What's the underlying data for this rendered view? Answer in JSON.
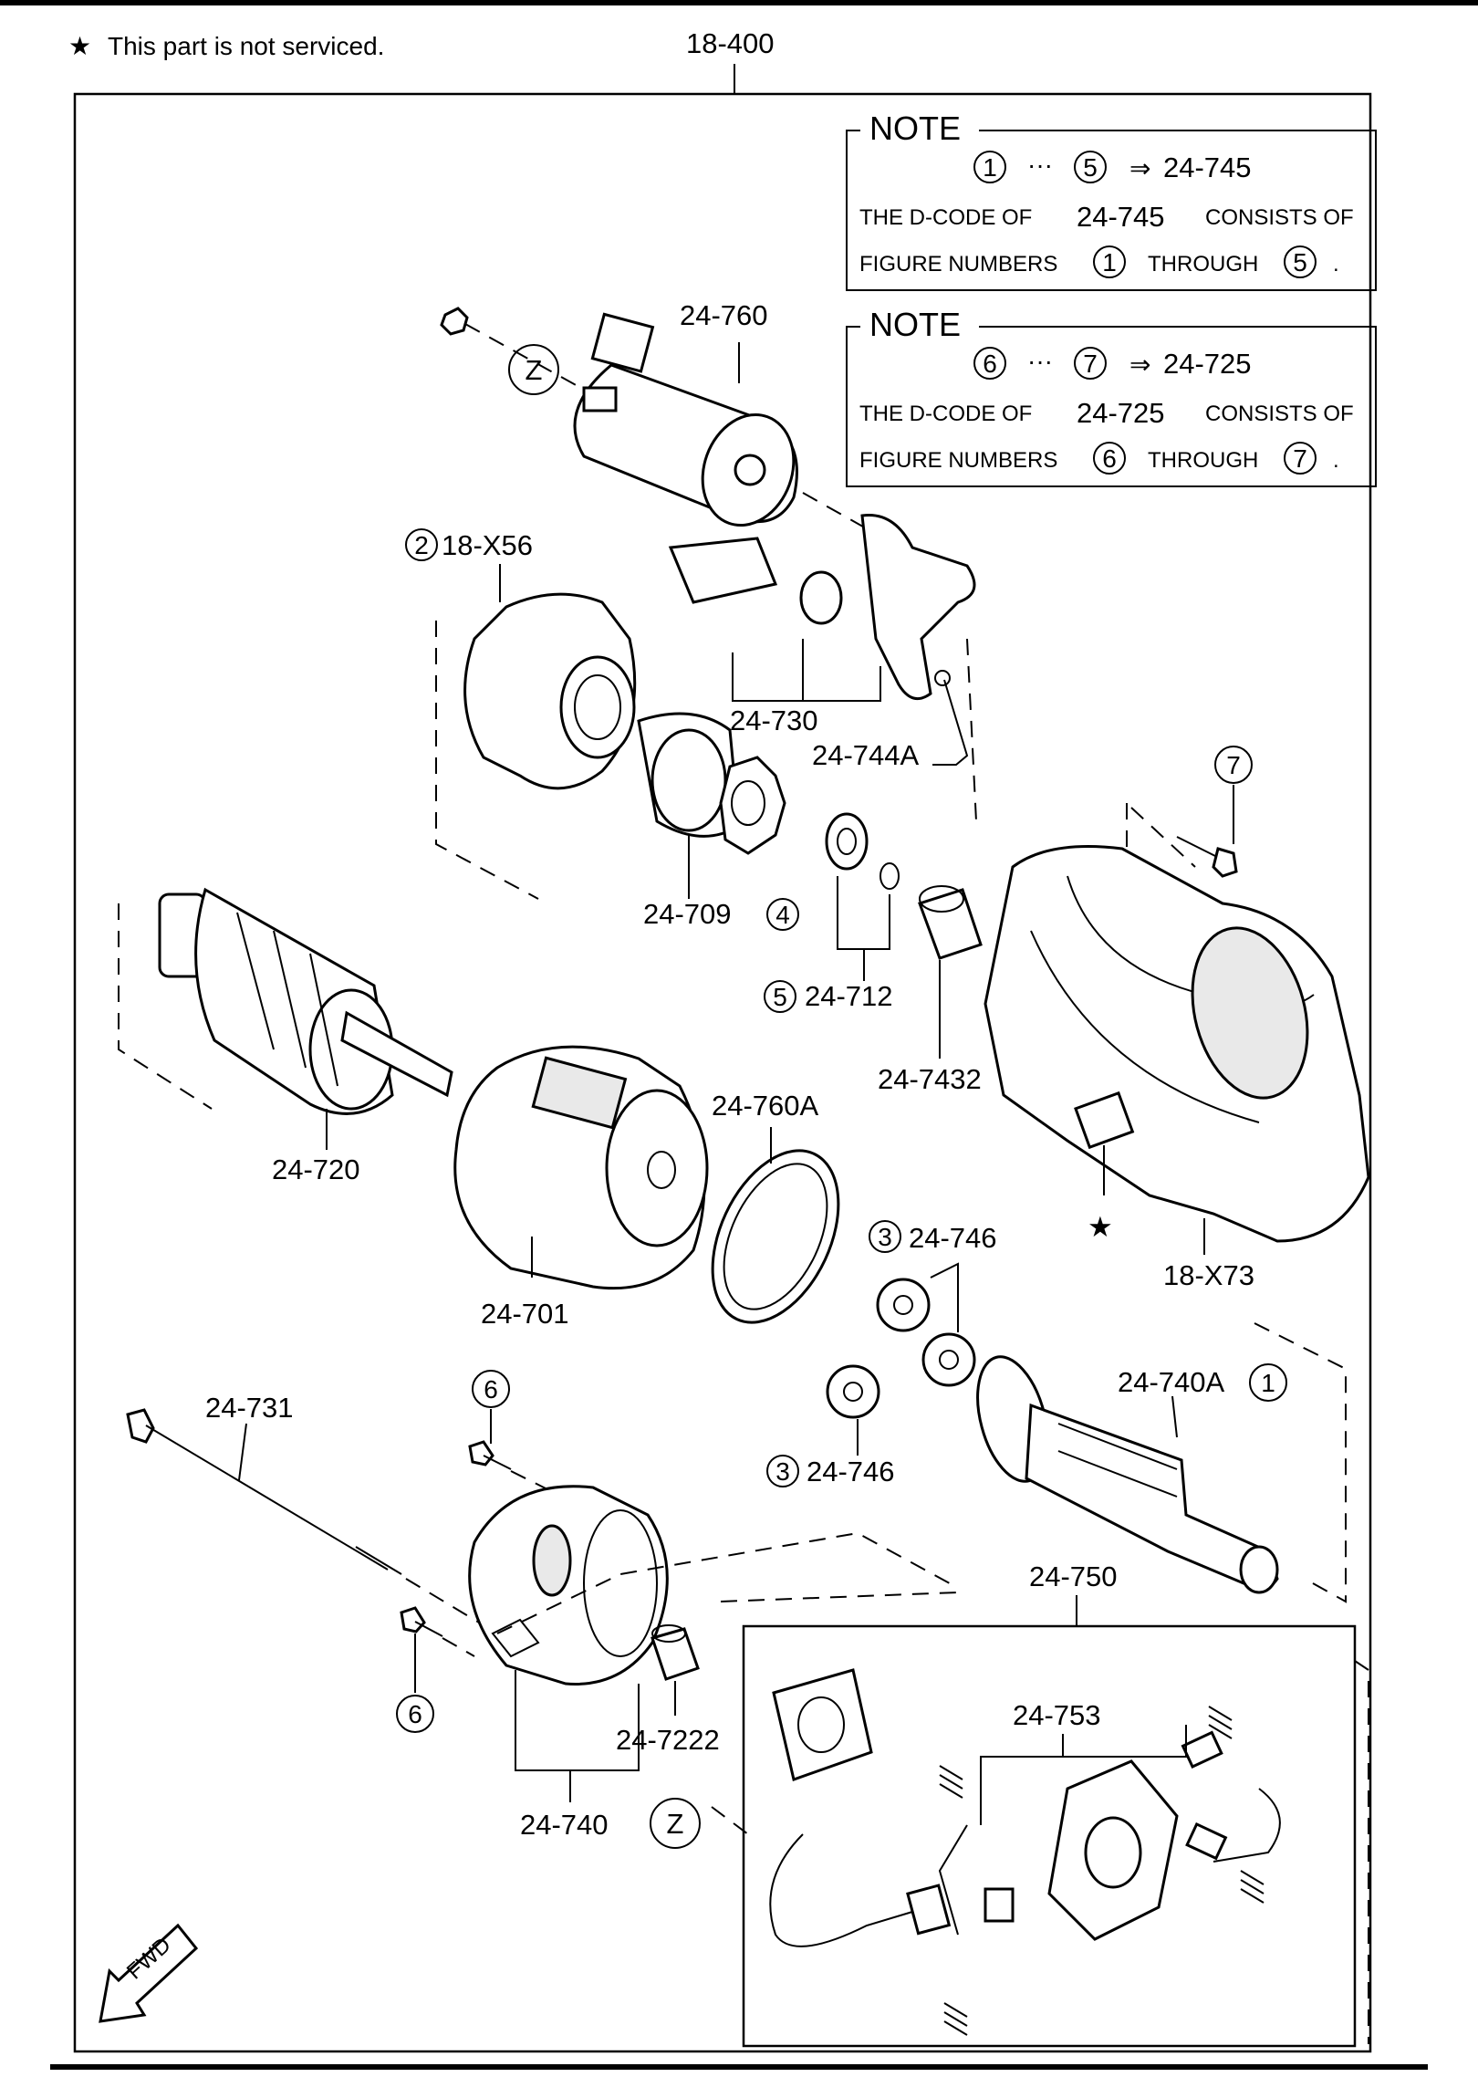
{
  "header": {
    "star": "★",
    "note": "This part is not serviced.",
    "assembly_code": "18-400"
  },
  "notes": [
    {
      "title": "NOTE",
      "from": "1",
      "to": "5",
      "ellipsis": "···",
      "arrow": "⇒",
      "code": "24-745",
      "line1": [
        "THE D-CODE OF",
        "24-745",
        "CONSISTS OF"
      ],
      "line2": [
        "FIGURE NUMBERS",
        "THROUGH",
        "."
      ]
    },
    {
      "title": "NOTE",
      "from": "6",
      "to": "7",
      "ellipsis": "···",
      "arrow": "⇒",
      "code": "24-725",
      "line1": [
        "THE D-CODE OF",
        "24-725",
        "CONSISTS OF"
      ],
      "line2": [
        "FIGURE NUMBERS",
        "THROUGH",
        "."
      ]
    }
  ],
  "callouts": {
    "c2": "2",
    "c4": "4",
    "c5": "5",
    "c3a": "3",
    "c3b": "3",
    "c1": "1",
    "c6a": "6",
    "c6b": "6",
    "c7": "7",
    "za": "Z",
    "zb": "Z",
    "star": "★"
  },
  "parts": {
    "p24_760": "24-760",
    "p18_X56": "18-X56",
    "p24_730": "24-730",
    "p24_744A": "24-744A",
    "p24_709": "24-709",
    "p24_712": "24-712",
    "p24_7432": "24-7432",
    "p24_720": "24-720",
    "p24_760A": "24-760A",
    "p24_701": "24-701",
    "p24_746a": "24-746",
    "p24_746b": "24-746",
    "p18_X73": "18-X73",
    "p24_740A": "24-740A",
    "p24_731": "24-731",
    "p24_750": "24-750",
    "p24_753": "24-753",
    "p24_7222": "24-7222",
    "p24_740": "24-740"
  },
  "fwd": "FWD"
}
